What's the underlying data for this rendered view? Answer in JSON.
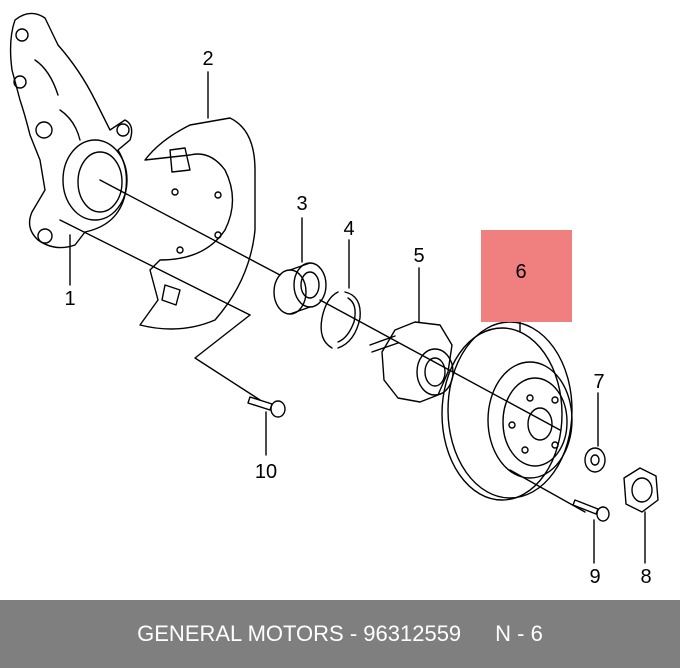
{
  "callouts": {
    "p1": "1",
    "p2": "2",
    "p3": "3",
    "p4": "4",
    "p5": "5",
    "p6": "6",
    "p7": "7",
    "p8": "8",
    "p9": "9",
    "p10": "10"
  },
  "highlight_color": "#f08080",
  "footer": {
    "text": "GENERAL MOTORS - 96312559",
    "ref": "N - 6"
  }
}
